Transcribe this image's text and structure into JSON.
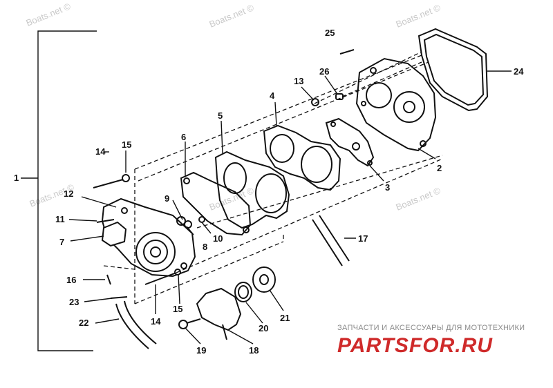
{
  "diagram": {
    "watermark_text": "Boats.net ©",
    "brand": {
      "tagline": "ЗАПЧАСТИ И АКСЕССУАРЫ ДЛЯ МОТОТЕХНИКИ",
      "logo_text": "PARTSFOR.RU"
    },
    "labels": {
      "l1": "1",
      "l2": "2",
      "l3": "3",
      "l4": "4",
      "l5": "5",
      "l6": "6",
      "l7": "7",
      "l8": "8",
      "l9": "9",
      "l10": "10",
      "l11": "11",
      "l12": "12",
      "l13": "13",
      "l14a": "14",
      "l14b": "14",
      "l15a": "15",
      "l15b": "15",
      "l16": "16",
      "l17": "17",
      "l18": "18",
      "l19": "19",
      "l20": "20",
      "l21": "21",
      "l22": "22",
      "l23": "23",
      "l24": "24",
      "l25": "25",
      "l26": "26"
    }
  }
}
